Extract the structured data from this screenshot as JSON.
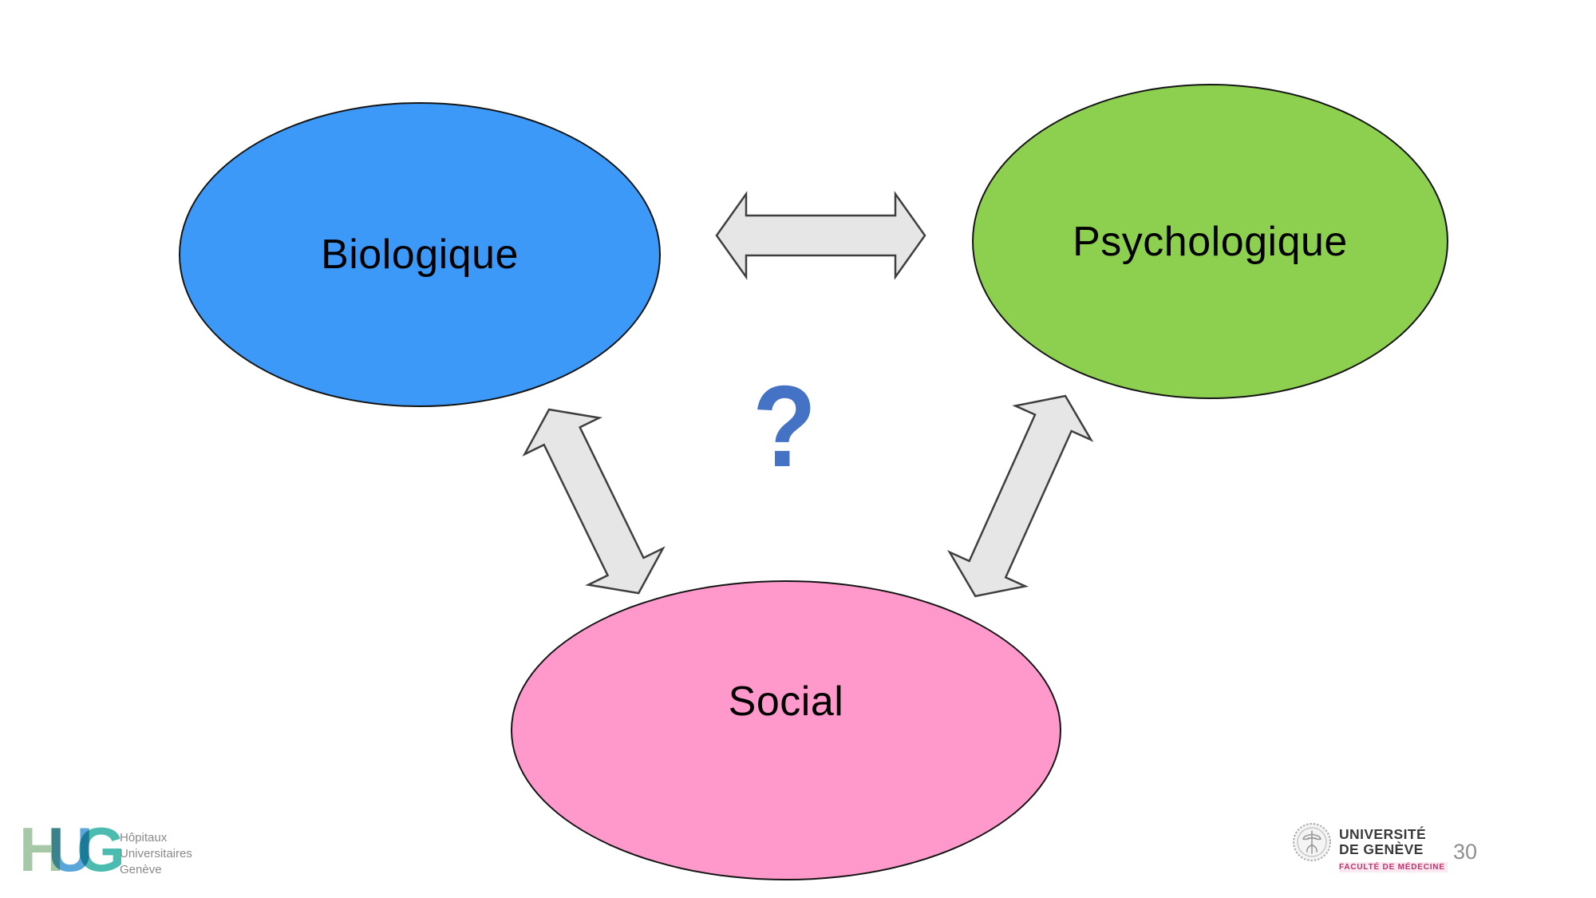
{
  "slide": {
    "page_number": "30"
  },
  "diagram": {
    "nodes": [
      {
        "id": "biologique",
        "label": "Biologique",
        "fill": "#3C99F7"
      },
      {
        "id": "psychologique",
        "label": "Psychologique",
        "fill": "#8DCF4F"
      },
      {
        "id": "social",
        "label": "Social",
        "fill": "#FF99CC"
      }
    ],
    "question_mark": "?",
    "question_color": "#4472C4",
    "arrow_fill": "#E7E6E6",
    "arrow_stroke": "#3F3F3F"
  },
  "footer": {
    "hug_logo": {
      "letters": [
        {
          "char": "H",
          "color": "#9EC4A0"
        },
        {
          "char": "U",
          "color": "#4C9FD8"
        },
        {
          "char": "G",
          "color": "#3DB7AB"
        }
      ],
      "org_lines": [
        "Hôpitaux",
        "Universitaires",
        "Genève"
      ]
    },
    "unige_logo": {
      "line1": "UNIVERSITÉ",
      "line2": "DE GENÈVE",
      "faculty": "FACULTÉ DE MÉDECINE"
    }
  }
}
